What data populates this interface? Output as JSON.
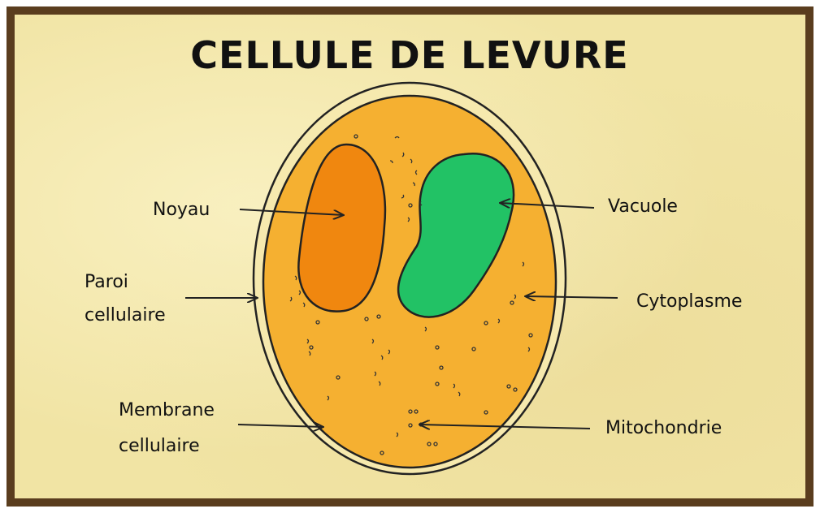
{
  "title": "CELLULE DE LEVURE",
  "labels": {
    "noyau": "Noyau",
    "vacuole": "Vacuole",
    "paroi_line1": "Paroi",
    "paroi_line2": "cellulaire",
    "cytoplasme": "Cytoplasme",
    "membrane_line1": "Membrane",
    "membrane_line2": "cellulaire",
    "mitochondrie": "Mitochondrie"
  },
  "colors": {
    "background": "#f1e4a4",
    "frame": "#5a3d1e",
    "cell_wall": "#f6e9ae",
    "cytoplasm": "#f5b031",
    "nucleus": "#f0870f",
    "vacuole": "#22c265",
    "outline": "#222222"
  }
}
